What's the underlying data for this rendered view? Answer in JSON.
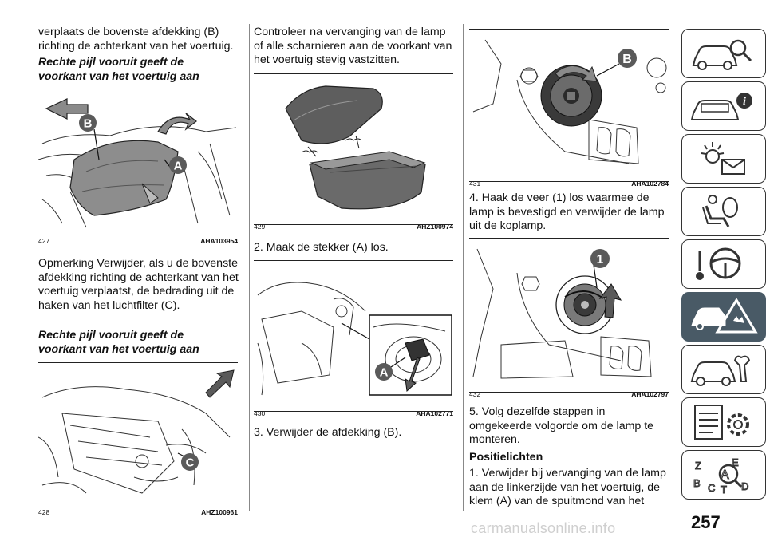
{
  "column1": {
    "intro": "verplaats de bovenste afdekking (B) richting de achterkant van het voertuig.",
    "heading1": "Rechte pijl vooruit geeft de voorkant van het voertuig aan",
    "fig427": {
      "number": "427",
      "code": "AHA103954"
    },
    "note": "Opmerking  Verwijder, als u de bovenste afdekking richting de achterkant van het voertuig verplaatst, de bedrading uit de haken van het luchtfilter (C).",
    "heading2": "Rechte pijl vooruit geeft de voorkant van het voertuig aan",
    "fig428": {
      "number": "428",
      "code": "AHZ100961"
    }
  },
  "column2": {
    "intro": "Controleer na vervanging van de lamp of alle scharnieren aan de voorkant van het voertuig stevig vastzitten.",
    "fig429": {
      "number": "429",
      "code": "AHZ100974"
    },
    "step2": "2. Maak de stekker (A) los.",
    "fig430": {
      "number": "430",
      "code": "AHA102771"
    },
    "step3": "3. Verwijder de afdekking (B)."
  },
  "column3": {
    "fig431": {
      "number": "431",
      "code": "AHA102784"
    },
    "step4": "4. Haak de veer (1) los waarmee de lamp is bevestigd en verwijder de lamp uit de koplamp.",
    "fig432": {
      "number": "432",
      "code": "AHA102797"
    },
    "step5": "5. Volg dezelfde stappen in omgekeerde volgorde om de lamp te monteren.",
    "section": "Positielichten",
    "step1": "1. Verwijder bij vervanging van de lamp aan de linkerzijde van het voertuig, de klem (A) van de spuitmond van het"
  },
  "labels": {
    "A": "A",
    "B": "B",
    "C": "C",
    "one": "1"
  },
  "tabs": [
    {
      "icon": "car-search-icon",
      "active": false
    },
    {
      "icon": "car-info-icon",
      "active": false
    },
    {
      "icon": "warning-lights-message-icon",
      "active": false
    },
    {
      "icon": "seat-airbag-icon",
      "active": false
    },
    {
      "icon": "steering-wheel-key-icon",
      "active": false
    },
    {
      "icon": "breakdown-warning-icon",
      "active": true
    },
    {
      "icon": "car-maintenance-icon",
      "active": false
    },
    {
      "icon": "technical-data-icon",
      "active": false
    },
    {
      "icon": "alphabetical-index-icon",
      "active": false
    }
  ],
  "tab_letters": {
    "z": "Z",
    "e": "E",
    "b": "B",
    "a": "A",
    "c": "C",
    "t": "T",
    "d": "D"
  },
  "page_number": "257",
  "watermark": "carmanualsonline.info",
  "colors": {
    "active_tab": "#495a66",
    "text": "#111111"
  }
}
